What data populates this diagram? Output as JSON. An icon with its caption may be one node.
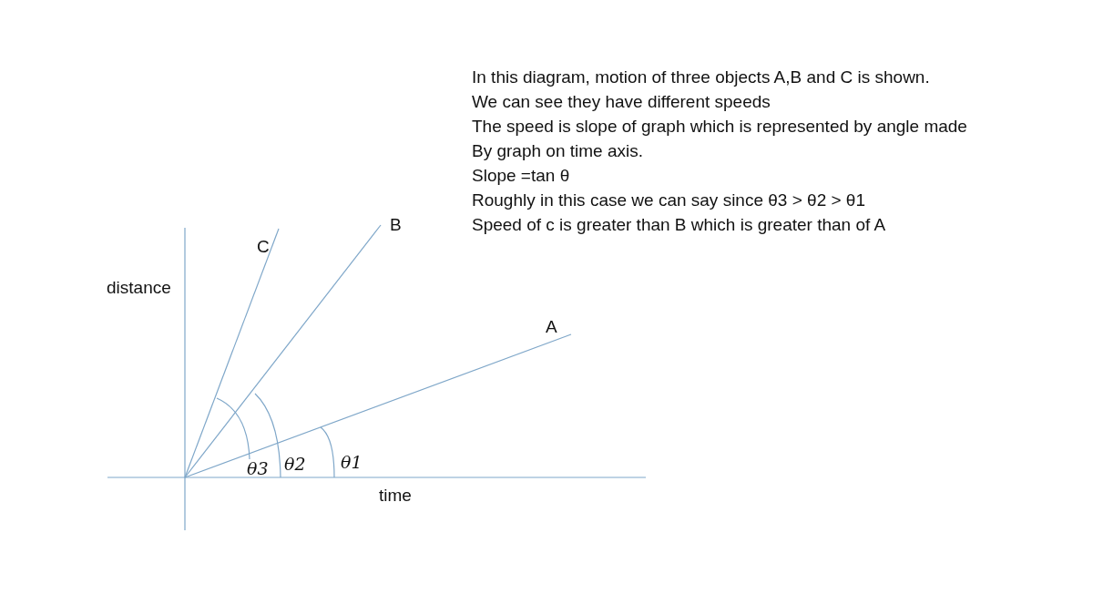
{
  "diagram": {
    "labels": [
      "In this diagram, motion of three objects A,B and C is shown.",
      "We can see they have different speeds",
      "The speed is slope of graph which is represented by angle made",
      "By graph on time axis.",
      "Slope =tan θ",
      "Roughly in this case we can say since θ3 > θ2 > θ1",
      "Speed of c is greater than B which is greater than of A",
      "B",
      "C",
      "distance",
      "A",
      "θ3",
      "θ2",
      "θ1",
      "time"
    ]
  }
}
